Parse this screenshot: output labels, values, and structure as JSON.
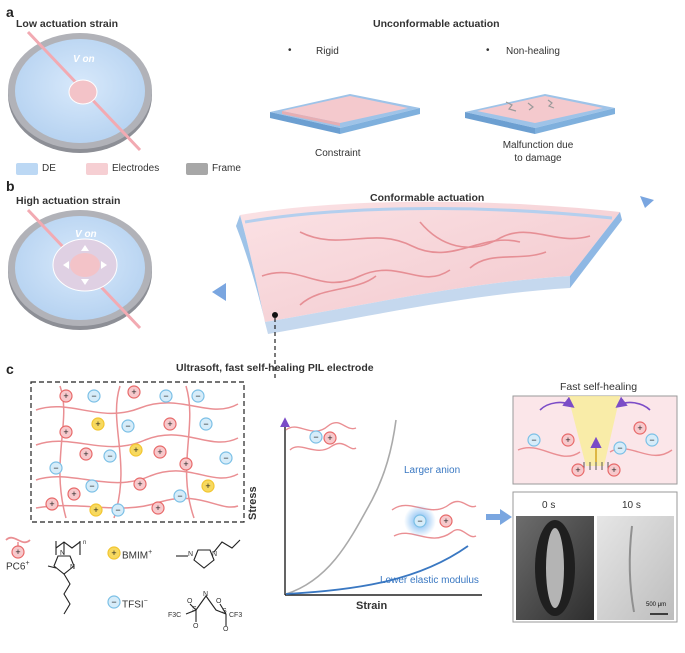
{
  "panel_a": {
    "letter": "a",
    "low_strain_title": "Low actuation strain",
    "v_on": "V on",
    "unconformable_title": "Unconformable actuation",
    "rigid_label": "Rigid",
    "non_healing_label": "Non-healing",
    "constraint_label": "Constraint",
    "malfunction_label_1": "Malfunction due",
    "malfunction_label_2": "to damage"
  },
  "legend": {
    "items": [
      {
        "label": "DE",
        "color": "#bcd8f4"
      },
      {
        "label": "Electrodes",
        "color": "#f6cfd3"
      },
      {
        "label": "Frame",
        "color": "#a7a7a7"
      }
    ]
  },
  "panel_b": {
    "letter": "b",
    "high_strain_title": "High actuation strain",
    "v_on": "V on",
    "conformable_title": "Conformable actuation"
  },
  "panel_c": {
    "letter": "c",
    "title": "Ultrasoft, fast self-healing PIL electrode",
    "pc6_label": "PC6",
    "pc6_sup": "+",
    "bmim_label": "BMIM",
    "bmim_sup": "+",
    "tfsi_label": "TFSI",
    "tfsi_sup": "−",
    "stress_label": "Stress",
    "strain_label": "Strain",
    "larger_anion_label": "Larger anion",
    "lower_modulus_label": "Lower elastic modulus",
    "fast_healing_title": "Fast self-healing",
    "time_0": "0 s",
    "time_10": "10 s",
    "scale_bar": "500 μm",
    "plus": "+",
    "minus": "−",
    "chem_n": "n",
    "chem_N": "N",
    "chem_S": "S",
    "chem_O": "O",
    "chem_F3C": "F3C",
    "chem_CF3": "CF3"
  },
  "colors": {
    "de_blue": "#bcd8f4",
    "electrode_pink": "#f6cfd3",
    "frame_gray": "#a7a7a7",
    "fiber_red": "#e88a8a",
    "cation_red": "#e86a6a",
    "anion_blue": "#7cc0e6",
    "bmim_yellow": "#f2c631",
    "curve_blue": "#3a78c2",
    "curve_gray": "#aaaaaa"
  }
}
